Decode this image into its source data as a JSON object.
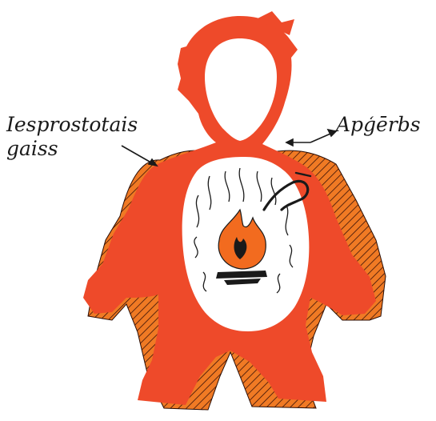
{
  "labels": {
    "trapped_air": {
      "line1": "Iesprostotais",
      "line2": "gaiss"
    },
    "clothing": "Apģērbs"
  },
  "colors": {
    "body": "#ee4a2a",
    "clothing": "#f07a24",
    "hatch": "#3a1208",
    "fire": "#f26b1f",
    "ink": "#1a1a1a",
    "background": "#ffffff"
  },
  "icons": {
    "heat_source": "campfire-icon",
    "heat_flow": "curved-arrow-icon"
  }
}
